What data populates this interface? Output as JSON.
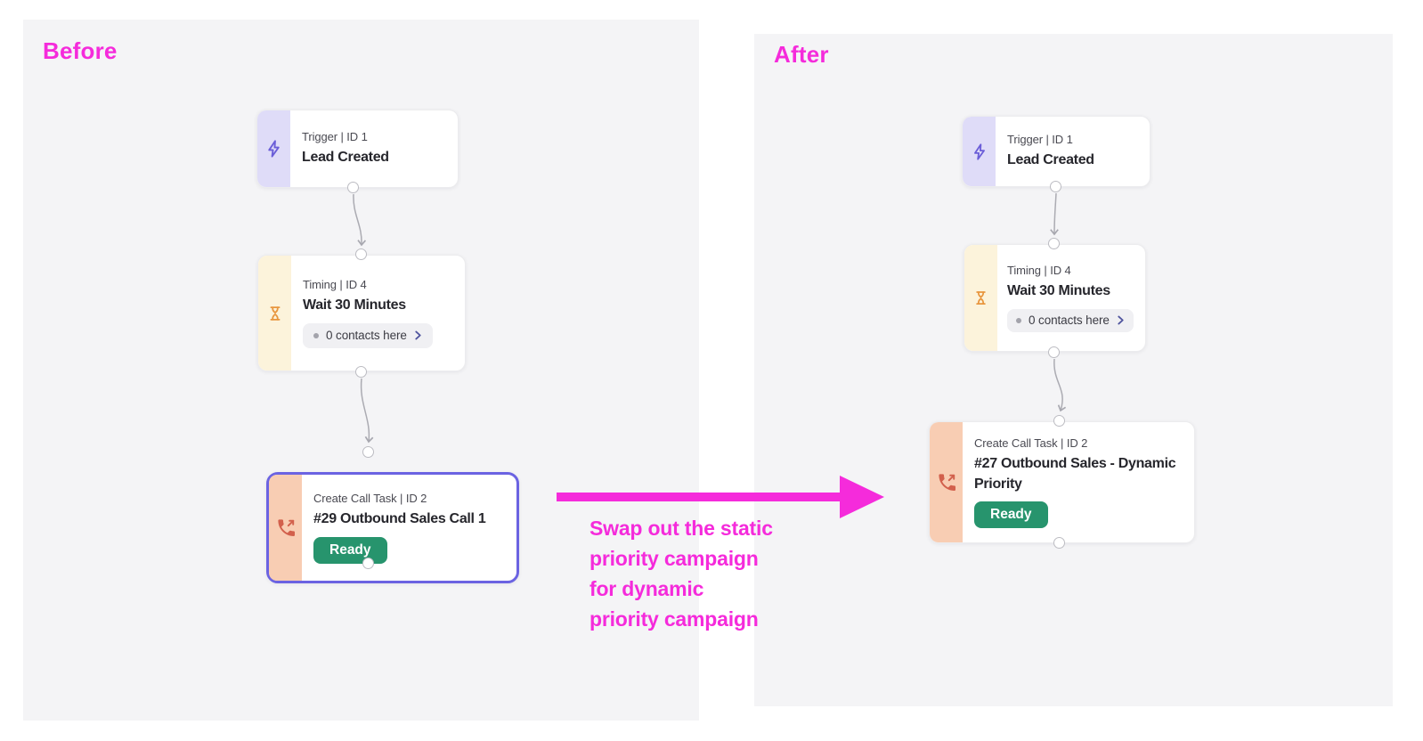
{
  "before": {
    "label": "Before",
    "nodes": [
      {
        "type": "trigger",
        "label": "Trigger | ID 1",
        "title": "Lead Created"
      },
      {
        "type": "timing",
        "label": "Timing | ID 4",
        "title": "Wait 30 Minutes",
        "pill": "0 contacts here"
      },
      {
        "type": "call_task",
        "label": "Create Call Task | ID 2",
        "title": "#29 Outbound Sales Call 1",
        "badge": "Ready",
        "selected": true
      }
    ]
  },
  "after": {
    "label": "After",
    "nodes": [
      {
        "type": "trigger",
        "label": "Trigger | ID 1",
        "title": "Lead Created"
      },
      {
        "type": "timing",
        "label": "Timing | ID 4",
        "title": "Wait 30 Minutes",
        "pill": "0 contacts here"
      },
      {
        "type": "call_task",
        "label": "Create Call Task | ID 2",
        "title": "#27 Outbound Sales - Dynamic Priority",
        "badge": "Ready",
        "selected": false
      }
    ]
  },
  "annotation": {
    "lines": [
      "Swap out the static",
      "priority campaign",
      "for dynamic",
      "priority campaign"
    ]
  },
  "icons": {
    "trigger": "lightning-icon",
    "timing": "hourglass-icon",
    "call_task": "phone-outgoing-icon",
    "pill_marker": "dot-icon",
    "pill_action": "chevron-right-icon"
  },
  "colors": {
    "magenta": "#F52BDB",
    "selected_border": "#6B63E2",
    "trigger_strip": "#DFDCF8",
    "trigger_icon": "#6B5ED8",
    "timing_strip": "#FCF3DB",
    "timing_icon": "#E8963E",
    "call_strip": "#F8CDB3",
    "call_icon": "#D2604C",
    "ready_green": "#27946D",
    "panel_bg": "#F4F4F6"
  }
}
